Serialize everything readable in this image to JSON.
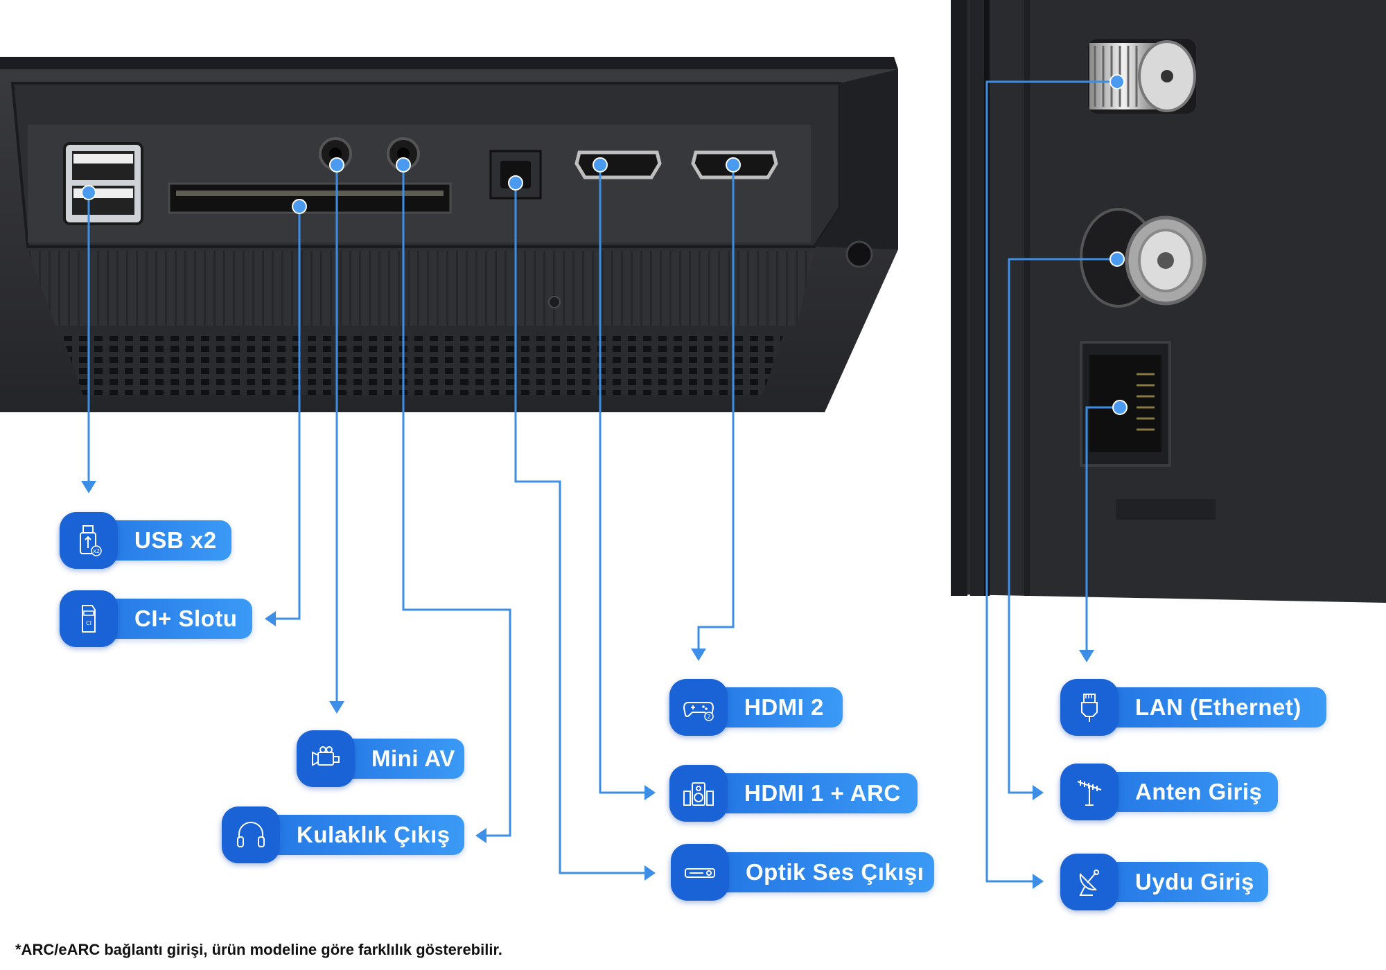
{
  "ports": [
    {
      "id": "usb",
      "label": "USB x2",
      "icon": "usb-stick-icon"
    },
    {
      "id": "ci",
      "label": "CI+ Slotu",
      "icon": "ci-card-icon"
    },
    {
      "id": "miniav",
      "label": "Mini AV",
      "icon": "video-camera-icon"
    },
    {
      "id": "headphone",
      "label": "Kulaklık Çıkış",
      "icon": "headphones-icon"
    },
    {
      "id": "hdmi2",
      "label": "HDMI 2",
      "icon": "gamepad-icon"
    },
    {
      "id": "hdmi1",
      "label": "HDMI 1 + ARC",
      "icon": "speaker-system-icon"
    },
    {
      "id": "optical",
      "label": "Optik Ses Çıkışı",
      "icon": "soundbar-icon"
    },
    {
      "id": "lan",
      "label": "LAN (Ethernet)",
      "icon": "ethernet-plug-icon"
    },
    {
      "id": "antenna",
      "label": "Anten Giriş",
      "icon": "antenna-icon"
    },
    {
      "id": "satellite",
      "label": "Uydu Giriş",
      "icon": "satellite-dish-icon"
    }
  ],
  "usb_icon_badge": "x2",
  "ci_icon_text": "CI",
  "hdmi2_icon_badge": "2",
  "footnote": "*ARC/eARC bağlantı girişi, ürün modeline göre farklılık gösterebilir.",
  "colors": {
    "accent": "#2f86ee",
    "line": "#3d8ee6",
    "device": "#2b2c2f"
  }
}
